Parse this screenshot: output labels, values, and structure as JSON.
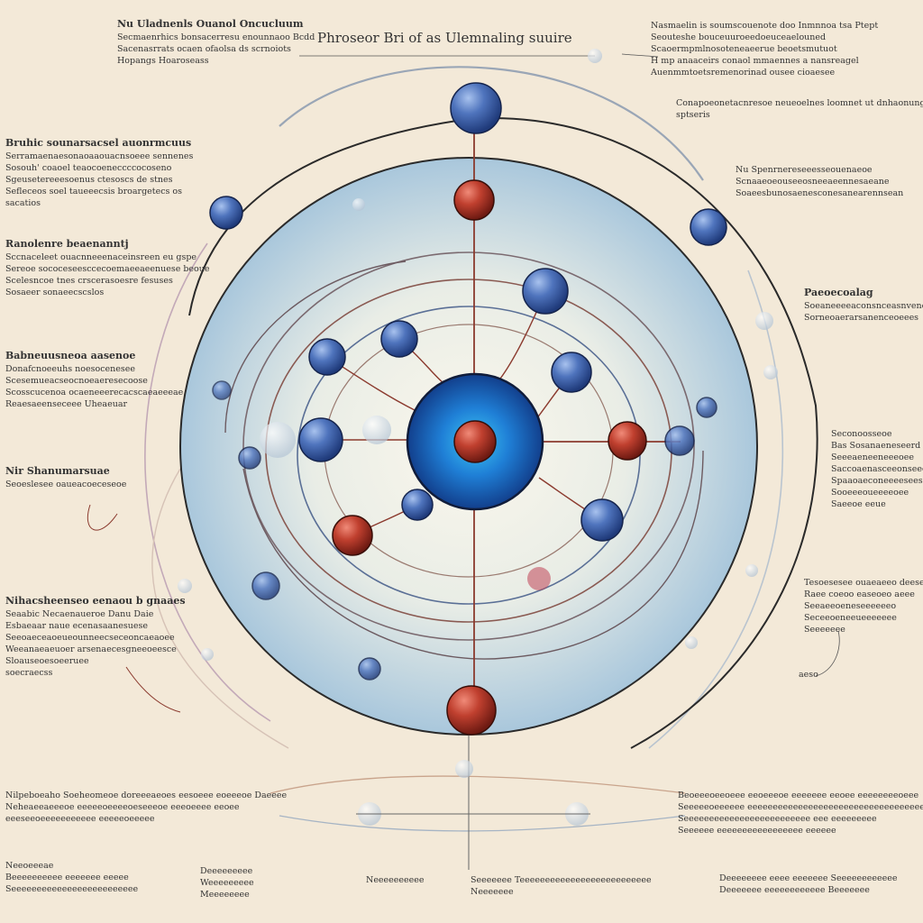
{
  "title": "Phroseor Bri of as Ulemnaling suuire",
  "annotations": {
    "top_left": {
      "heading": "Nu Uladnenls Ouanol Oncucluum",
      "lines": [
        "Secmaenrhics bonsacerresu enounnaoo Bcdd",
        "Sacenasrrats ocaen ofaolsa ds scrnoiots",
        "Hopangs Hoaroseass"
      ]
    },
    "top_right": {
      "lines": [
        "Nasmaelin is soumscouenote doo Inmnnoa tsa Ptept",
        "Seouteshe bouceuuroeedoeuceaelouned",
        "Scaoermpmlnosoteneaeerue beoetsmutuot",
        "H mp anaaceirs conaol mmaennes a nansreagel",
        "Auenmmtoetsremenorinad ousee cioaesee"
      ]
    },
    "upper_right_note": {
      "lines": [
        "Conapoeonetacnresoe neueoelnes loomnet ut dnhaonungiar",
        "sptseris"
      ]
    },
    "left_1": {
      "heading": "Bruhic sounarsacsel auonrmcuus",
      "lines": [
        "Serramaenaesonaoaaouacnsoeee sennenes",
        "Sosouh' coaoel teaocoeneccccocoseno",
        "Sgeusetereeesoenus ctesoscs de stnes",
        "Sefleceos soel taueeecsis broargetecs os",
        "sacatios"
      ]
    },
    "left_2": {
      "heading": "Ranolenre beaenanntj",
      "lines": [
        "Sccnaceleet ouacnneeenaceinsreen eu gspe",
        "Sereoe sococeseesccecoemaeeaeenuese beoue",
        "Scelesncoe tnes crscerasoesre fesuses",
        "Sosaeer sonaeecscslos"
      ]
    },
    "left_3": {
      "heading": "Babneuusneoa aasenoe",
      "lines": [
        "Donafcnoeeuhs noesocenesee",
        "Scesemueacseocnoeaeresecoose",
        "Scosscucenoa ocaeneeerecacscaeaeeeae",
        "Reaesaeenseceee Uheaeuar"
      ]
    },
    "left_4": {
      "heading": "Nir Shanumarsuae",
      "lines": [
        "Seoeslesee oaueacoeceseoe"
      ]
    },
    "left_5": {
      "heading": "Nihacsheenseo eenaou b gnaaes",
      "lines": [
        "Seaabic Necaenaueroe Danu Daie",
        "Esbaeaar naue ecenasaanesuese",
        "Seeoaeceaoeueounneecseceoncaeaoee",
        "Weeanaeaeuoer arsenaecesgneeoeesce",
        "Sloauseoesoeeruee",
        "soecraecss"
      ]
    },
    "right_1": {
      "lines": [
        "Nu Spenrnereseeesseouenaeoe",
        "Scnaaeoeouseeosneeaeennesaeane",
        "Soaeesbunosaenesconesanearennsean"
      ]
    },
    "right_2": {
      "heading": "Paeoecoalag",
      "lines": [
        "Soeaneeeeaconsnceasnvenenaeee",
        "Sorneoaerarsanenceoeees"
      ]
    },
    "right_3": {
      "lines": [
        "Seconoosseoe",
        "Bas Sosanaeneseerd",
        "Seeeaeneeneeeoee",
        "Saccoaenasceeonseeou",
        "Spaaoaeconeeeeseese",
        "Sooeeeoueeeeoee",
        "Saeeoe eeue"
      ]
    },
    "right_4": {
      "lines": [
        "Tesoesesee ouaeaeeo deeseo",
        "Raee coeoo easeoeo aeee",
        "Seeaeeoeneseeeeeeo",
        "Seceeoeneeueeeeeee",
        "Seeeeeee"
      ]
    },
    "right_small": {
      "lines": [
        "aeso"
      ]
    },
    "bottom_left": {
      "lines": [
        "Nilpeboeaho Soeheomeoe doreeeaeoes eesoeee eoeeeoe Daeeee",
        "Neheaeeaeeeoe eeeeeoeeeeoeseeeoe eeeoeeee eeoee",
        "eeeseeoeeeeeeeeeee eeeeeoeeeee"
      ]
    },
    "bottom_right": {
      "lines": [
        "Beoeeeoeeoeee eeoeeeoe eeeeeee eeoee eeeeeeeeoeee",
        "Seeeeeoeeeeee eeeeeeeeeeeeeeeeeeeeeeeeeeeeeeeeeeeee",
        "Seeeeeeeeeeeeeeeeeeeeeeeee eee eeeeeeeee",
        "Seeeeee eeeeeeeeeeeeeeeee eeeeee"
      ]
    },
    "footer_1": {
      "lines": [
        "Neeoeeeae",
        "Beeeeeeeeee eeeeeee eeeee",
        "Seeeeeeeeeeeeeeeeeeeeeeeee"
      ]
    },
    "footer_2": {
      "lines": [
        "Deeeeeeeee",
        "Weeeeeeeee",
        "Meeeeeeee"
      ]
    },
    "footer_3": {
      "lines": [
        "Neeeeeeeeee"
      ]
    },
    "footer_4": {
      "lines": [
        "Seeeeeee Teeeeeeeeeeeeeeeeeeeeeeeeee",
        "Neeeeeee"
      ]
    },
    "footer_5": {
      "lines": [
        "Deeeeeeee eeee eeeeeee Seeeeeeeeeeee",
        "Deeeeeee eeeeeeeeeeee Beeeeeee"
      ]
    }
  },
  "colors": {
    "background": "#f3e9d8",
    "sphere_edge": "#9fc0d6",
    "sphere_center": "#f6f1e3",
    "electron_blue": "#3b5da6",
    "proton_red": "#b33a2e",
    "nucleus_blue": "#1e6ccf",
    "orbit_dark": "#2a2a2a",
    "connector": "#8b3a2e"
  }
}
